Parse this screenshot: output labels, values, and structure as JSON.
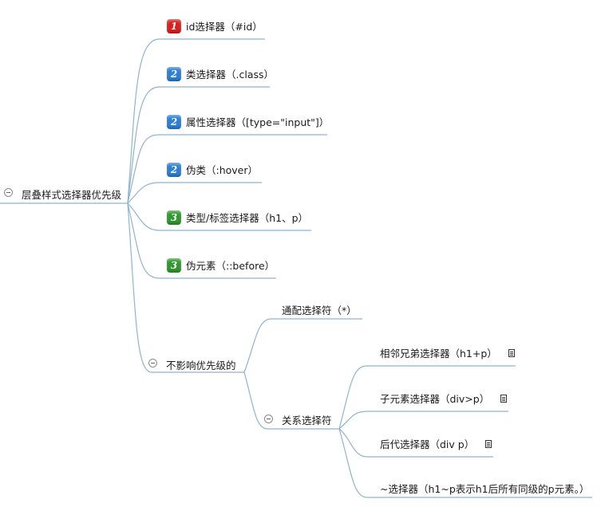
{
  "root": {
    "label": "层叠样式选择器优先级"
  },
  "priority_items": [
    {
      "badge": "1",
      "badge_color": "#d9201c",
      "label": "id选择器（#id）"
    },
    {
      "badge": "2",
      "badge_color": "#2b7fd8",
      "label": "类选择器（.class）"
    },
    {
      "badge": "2",
      "badge_color": "#2b7fd8",
      "label": "属性选择器（[type=\"input\"]）"
    },
    {
      "badge": "2",
      "badge_color": "#2b7fd8",
      "label": "伪类（:hover）"
    },
    {
      "badge": "3",
      "badge_color": "#2e9a2e",
      "label": "类型/标签选择器（h1、p）"
    },
    {
      "badge": "3",
      "badge_color": "#2e9a2e",
      "label": "伪元素（::before）"
    }
  ],
  "no_effect": {
    "label": "不影响优先级的",
    "universal": {
      "label": "通配选择符（*）"
    },
    "relation": {
      "label": "关系选择符",
      "items": [
        {
          "label": "相邻兄弟选择器（h1+p）",
          "note_icon": "note-icon"
        },
        {
          "label": "子元素选择器（div>p）",
          "note_icon": "note-icon"
        },
        {
          "label": "后代选择器（div p）",
          "note_icon": "note-icon"
        },
        {
          "label": "~选择器（h1~p表示h1后所有同级的p元素。）"
        }
      ]
    }
  },
  "colors": {
    "edge": "#8fb4cc"
  }
}
